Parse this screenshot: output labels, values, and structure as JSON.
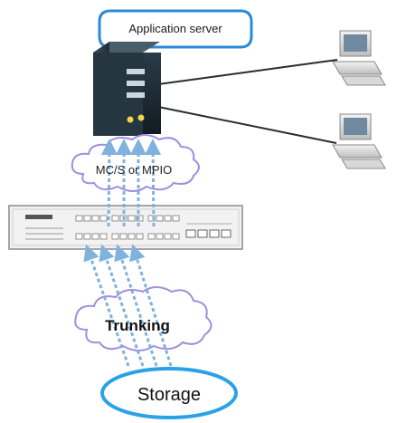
{
  "labels": {
    "app_server": "Application server",
    "multipath": "MC/S or MPIO",
    "trunking": "Trunking",
    "storage": "Storage"
  },
  "icons": {
    "server": "server-tower-icon",
    "switch": "network-switch-icon",
    "client_1": "desktop-computer-icon",
    "client_2": "desktop-computer-icon"
  },
  "colors": {
    "server_body": "#1f2f3a",
    "server_front": "#17252e",
    "cloud_outline": "#a38de0",
    "storage_outline": "#2aa3e6",
    "arrow": "#7fb3dd",
    "callout_border": "#2a8ad8",
    "line": "#2c2c2c"
  }
}
